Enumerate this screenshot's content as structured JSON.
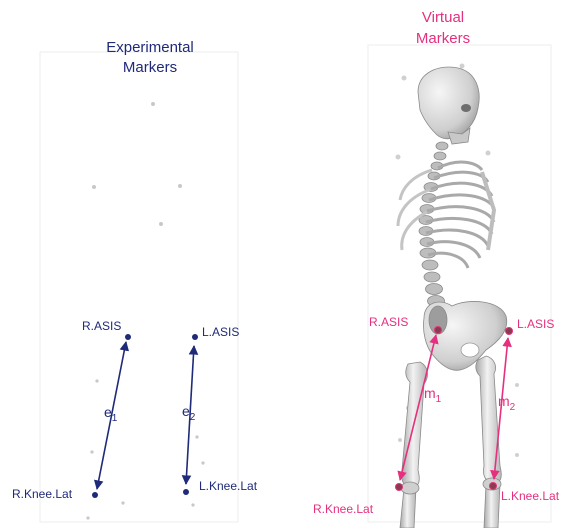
{
  "left_panel": {
    "title_line1": "Experimental",
    "title_line2": "Markers",
    "markers": {
      "r_asis": "R.ASIS",
      "l_asis": "L.ASIS",
      "r_knee": "R.Knee.Lat",
      "l_knee": "L.Knee.Lat"
    },
    "vectors": {
      "e1_base": "e",
      "e1_sub": "1",
      "e2_base": "e",
      "e2_sub": "2"
    }
  },
  "right_panel": {
    "title_line1": "Virtual",
    "title_line2": "Markers",
    "markers": {
      "r_asis": "R.ASIS",
      "l_asis": "L.ASIS",
      "r_knee": "R.Knee.Lat",
      "l_knee": "L.Knee.Lat"
    },
    "vectors": {
      "m1_base": "m",
      "m1_sub": "1",
      "m2_base": "m",
      "m2_sub": "2"
    }
  },
  "colors": {
    "experimental": "#1f2a78",
    "virtual": "#e5307f",
    "bone": "#d9d9d9",
    "bone_shadow": "#9a9a9a",
    "box": "#eeeeee",
    "dot": "#c8c8c8"
  }
}
